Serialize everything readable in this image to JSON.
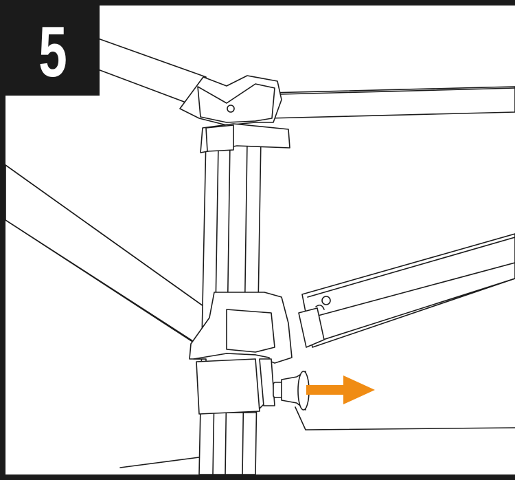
{
  "step": {
    "number": "5"
  },
  "colors": {
    "frame": "#1b1b1b",
    "arrow": "#f08c14",
    "background": "#ffffff"
  },
  "illustration": {
    "subject": "canopy-frame-corner-leg",
    "arrow_direction": "right",
    "icon": "pull-pin-arrow-icon"
  }
}
